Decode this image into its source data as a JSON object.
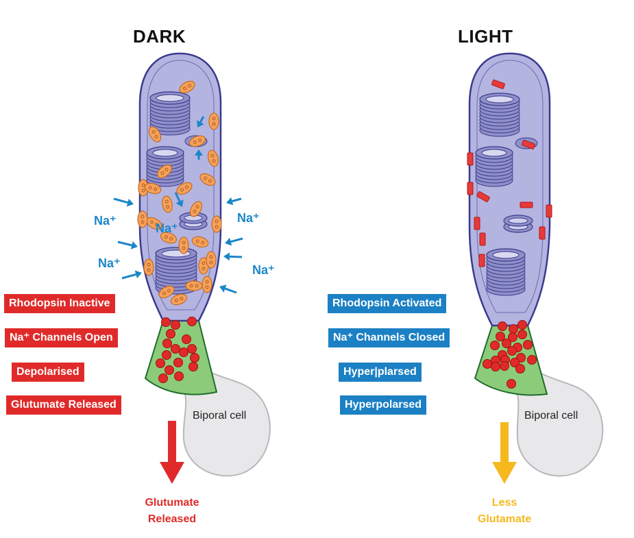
{
  "panels": {
    "dark": {
      "title": "DARK",
      "labels": [
        "Rhodopsin Inactive",
        "Na⁺ Channels Open",
        "Depolarised",
        "Glutumate Released"
      ],
      "ion_labels": [
        "Na⁺",
        "Na⁺",
        "Na⁺",
        "Na⁺",
        "Na⁺"
      ],
      "bipolar_label": "Biporal cell",
      "bottom_label_line1": "Glutumate",
      "bottom_label_line2": "Released",
      "arrow_color": "#e02a2a",
      "label_color": "#e02a2a"
    },
    "light": {
      "title": "LIGHT",
      "labels": [
        "Rhodopsin Activated",
        "Na⁺ Channels Closed",
        "Hyper|plarsed",
        "Hyperpolarsed"
      ],
      "bipolar_label": "Biporal cell",
      "bottom_label_line1": "Less",
      "bottom_label_line2": "Glutamate",
      "arrow_color": "#f5b91e",
      "label_color": "#f5b91e"
    }
  },
  "colors": {
    "cell_fill": "#b4b4e0",
    "cell_stroke": "#3a3a8e",
    "disc_fill": "#8f8fc8",
    "synapse_fill": "#8ccb7a",
    "synapse_stroke": "#1f6b2a",
    "vesicle": "#e02a2a",
    "channel_open": "#f4a25c",
    "channel_closed": "#e83a3a",
    "ion_arrow": "#1b86c8",
    "bipolar_fill": "#e8e8ea"
  }
}
